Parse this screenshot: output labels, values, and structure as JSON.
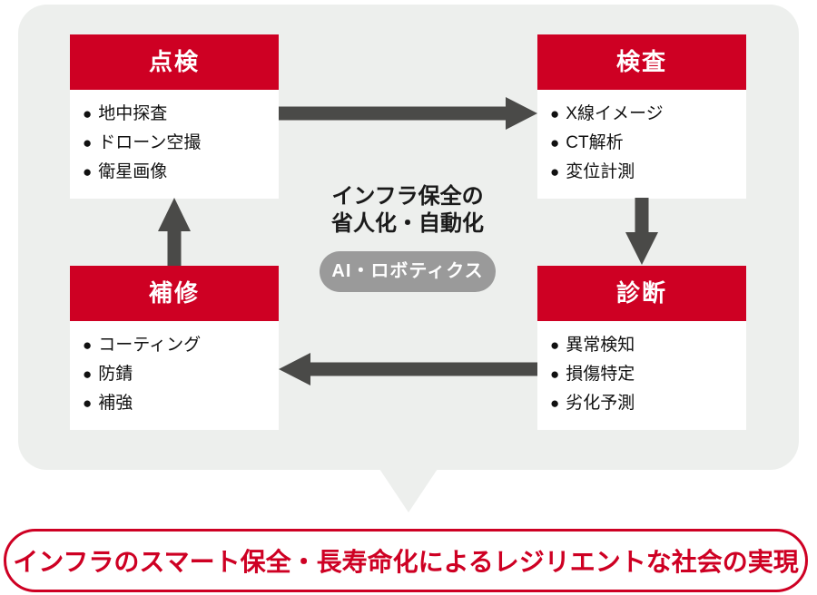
{
  "diagram": {
    "bullet": "●",
    "center": {
      "title_line1": "インフラ保全の",
      "title_line2": "省人化・自動化",
      "badge": "AI・ロボティクス"
    },
    "boxes": [
      {
        "title": "点検",
        "items": [
          "地中探査",
          "ドローン空撮",
          "衛星画像"
        ]
      },
      {
        "title": "検査",
        "items": [
          "X線イメージ",
          "CT解析",
          "変位計測"
        ]
      },
      {
        "title": "補修",
        "items": [
          "コーティング",
          "防錆",
          "補強"
        ]
      },
      {
        "title": "診断",
        "items": [
          "異常検知",
          "損傷特定",
          "劣化予測"
        ]
      }
    ],
    "banner": "インフラのスマート保全・長寿命化によるレジリエントな社会の実現",
    "colors": {
      "red": "#ce0023",
      "arrow_gray": "#4a4a48",
      "panel_bg": "#edefed",
      "badge_bg": "#9a9a9a"
    }
  }
}
